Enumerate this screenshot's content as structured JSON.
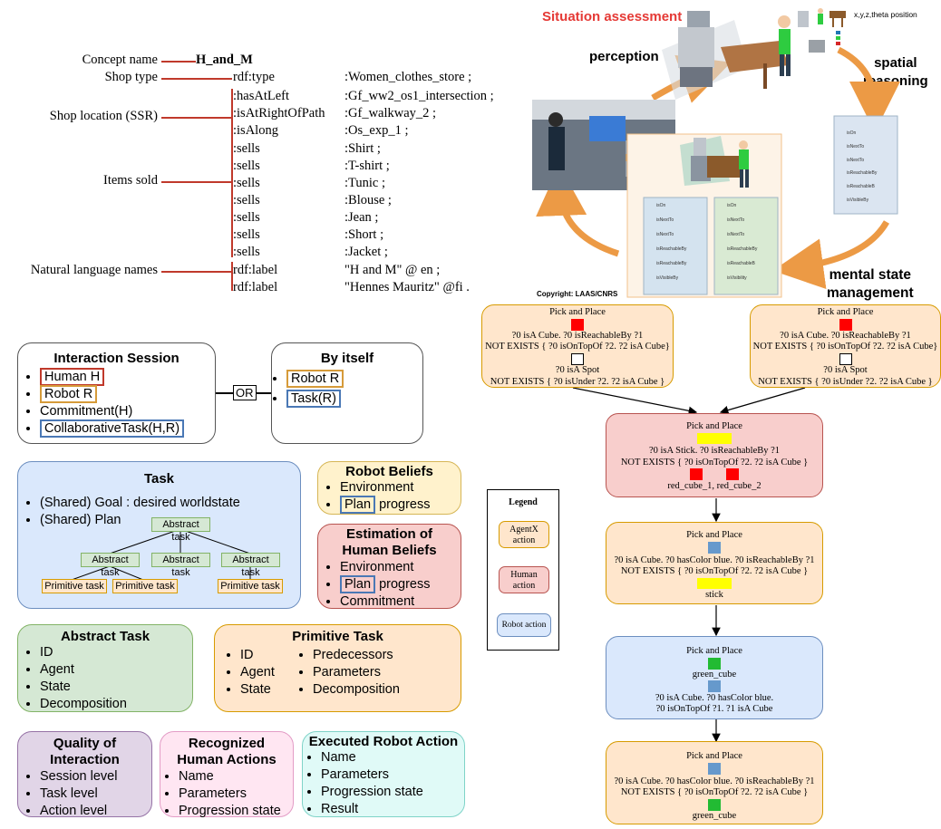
{
  "rdf": {
    "categories": [
      {
        "label": "Concept name"
      },
      {
        "label": "Shop type"
      },
      {
        "label": "Shop location (SSR)"
      },
      {
        "label": "Items sold"
      },
      {
        "label": "Natural language names"
      }
    ],
    "concept_value": "H_and_M",
    "rows": [
      {
        "predicate": "rdf:type",
        "object": ":Women_clothes_store ;"
      },
      {
        "predicate": ":hasAtLeft",
        "object": ":Gf_ww2_os1_intersection ;"
      },
      {
        "predicate": ":isAtRightOfPath",
        "object": ":Gf_walkway_2 ;"
      },
      {
        "predicate": ":isAlong",
        "object": ":Os_exp_1 ;"
      },
      {
        "predicate": ":sells",
        "object": ":Shirt ;"
      },
      {
        "predicate": ":sells",
        "object": ":T-shirt ;"
      },
      {
        "predicate": ":sells",
        "object": ":Tunic ;"
      },
      {
        "predicate": ":sells",
        "object": ":Blouse ;"
      },
      {
        "predicate": ":sells",
        "object": ":Jean ;"
      },
      {
        "predicate": ":sells",
        "object": ":Short ;"
      },
      {
        "predicate": ":sells",
        "object": ":Jacket ;"
      },
      {
        "predicate": "rdf:label",
        "object": "\"H and M\" @ en ;"
      },
      {
        "predicate": "rdf:label",
        "object": "\"Hennes Mauritz\" @fi ."
      }
    ]
  },
  "situation": {
    "title": "Situation assessment",
    "perception": "perception",
    "spatial": "spatial\nreasoning",
    "mental": "mental state\nmanagement",
    "position_label": "x,y,z,theta position",
    "copyright": "Copyright: LAAS/CNRS",
    "facts_a": [
      "isOn",
      "isNextTo",
      "isNextTo",
      "isReachableBy",
      "isReachableB",
      "isVisibleBy"
    ],
    "facts_b": [
      "isOn",
      "isNextTo",
      "isNextTo",
      "isReachableBy",
      "isReachableBy",
      "isVisibleBy"
    ],
    "facts_c": [
      "isOn",
      "isNextTo",
      "isNextTo",
      "isReachableBy",
      "isReachableB",
      "isVisibility"
    ]
  },
  "colors": {
    "orange_bg": "#ffe6cc",
    "orange_border": "#d79b00",
    "red_bg": "#f8cecc",
    "red_border": "#b85450",
    "blue_bg": "#dae8fc",
    "blue_border": "#6c8ebf",
    "green_bg": "#d5e8d4",
    "purple_bg": "#e1d5e7",
    "pink_bg": "#ffe6f2",
    "cyan_bg": "#e0faf7",
    "arrow": "#ec9a45",
    "rdf_line": "#c0392b"
  },
  "model": {
    "interaction": {
      "title": "Interaction Session",
      "items": [
        "Human H",
        "Robot R",
        "Commitment(H)",
        "CollaborativeTask(H,R)"
      ]
    },
    "or_label": "OR",
    "byitself": {
      "title": "By itself",
      "items": [
        "Robot R",
        "Task(R)"
      ]
    },
    "task": {
      "title": "Task",
      "items": [
        "(Shared) Goal : desired worldstate",
        "(Shared) Plan"
      ],
      "abstract": "Abstract task",
      "primitive": "Primitive task"
    },
    "robot_beliefs": {
      "title": "Robot Beliefs",
      "items": [
        "Environment",
        "Plan",
        "progress"
      ]
    },
    "human_beliefs": {
      "title": "Estimation of\nHuman Beliefs",
      "items": [
        "Environment",
        "Plan",
        "progress",
        "Commitment"
      ]
    },
    "abstract_task": {
      "title": "Abstract Task",
      "items": [
        "ID",
        "Agent",
        "State",
        "Decomposition"
      ]
    },
    "primitive_task": {
      "title": "Primitive Task",
      "col1": [
        "ID",
        "Agent",
        "State"
      ],
      "col2": [
        "Predecessors",
        "Parameters",
        "Decomposition"
      ]
    },
    "quality": {
      "title": "Quality of\nInteraction",
      "items": [
        "Session level",
        "Task level",
        "Action level"
      ]
    },
    "recognized": {
      "title": "Recognized\nHuman Actions",
      "items": [
        "Name",
        "Parameters",
        "Progression state"
      ]
    },
    "executed": {
      "title": "Executed Robot Action",
      "items": [
        "Name",
        "Parameters",
        "Progression state",
        "Result"
      ]
    }
  },
  "plan": {
    "legend": {
      "title": "Legend",
      "agent": "AgentX\naction",
      "human": "Human\naction",
      "robot": "Robot action"
    },
    "nodes": [
      {
        "title": "Pick and Place",
        "lines": [
          "?0 isA Cube. ?0 isReachableBy ?1",
          "NOT EXISTS { ?0 isOnTopOf ?2. ?2 isA Cube}",
          "?0 isA Spot",
          "NOT EXISTS { ?0 isUnder ?2. ?2 isA Cube }"
        ]
      },
      {
        "title": "Pick and Place",
        "lines": [
          "?0 isA Cube. ?0 isReachableBy ?1",
          "NOT EXISTS { ?0 isOnTopOf ?2. ?2 isA Cube}",
          "?0 isA Spot",
          "NOT EXISTS { ?0 isUnder ?2. ?2 isA Cube }"
        ]
      },
      {
        "title": "Pick and Place",
        "lines": [
          "?0 isA Stick. ?0 isReachableBy ?1",
          "NOT EXISTS { ?0 isOnTopOf ?2. ?2 isA Cube }",
          "red_cube_1, red_cube_2"
        ]
      },
      {
        "title": "Pick and Place",
        "lines": [
          "?0 isA Cube. ?0 hasColor blue. ?0 isReachableBy ?1",
          "NOT EXISTS { ?0 isOnTopOf ?2. ?2 isA Cube }",
          "stick"
        ]
      },
      {
        "title": "Pick and Place",
        "lines": [
          "green_cube",
          "?0 isA Cube. ?0 hasColor blue.",
          "?0 isOnTopOf ?1. ?1 isA Cube"
        ]
      },
      {
        "title": "Pick and Place",
        "lines": [
          "?0 isA Cube. ?0 hasColor blue. ?0 isReachableBy ?1",
          "NOT EXISTS { ?0 isOnTopOf ?2. ?2 isA Cube }",
          "green_cube"
        ]
      }
    ]
  }
}
